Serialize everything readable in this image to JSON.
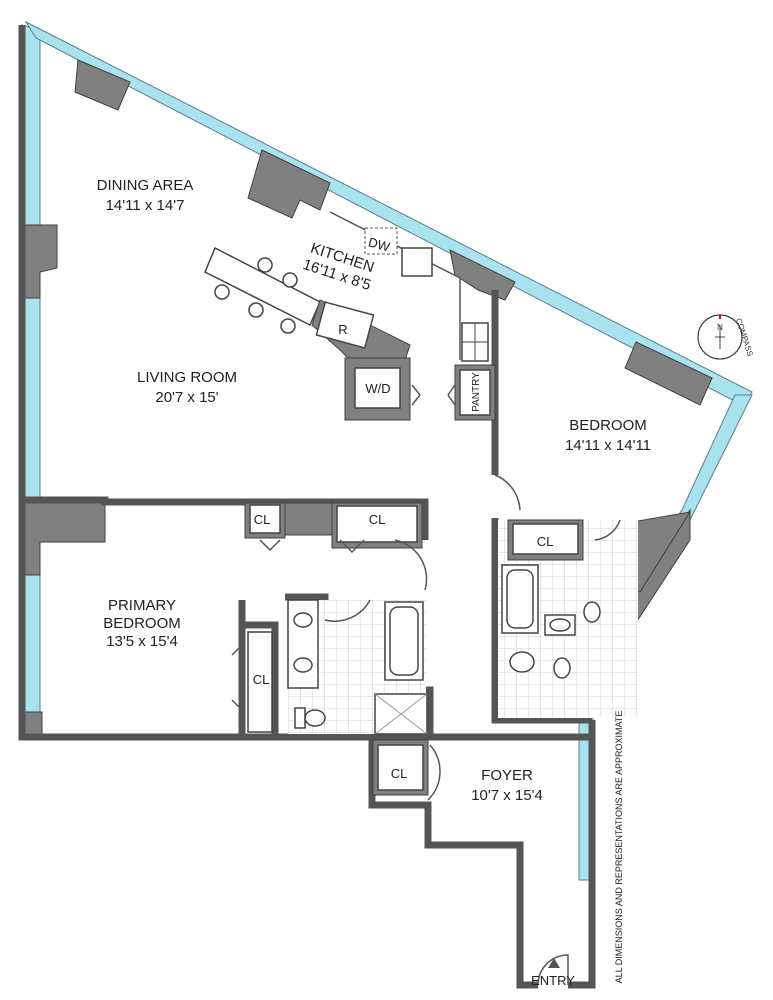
{
  "rooms": {
    "dining": {
      "name": "DINING AREA",
      "size": "14'11 x 14'7"
    },
    "kitchen": {
      "name": "KITCHEN",
      "size": "16'11 x 8'5"
    },
    "living": {
      "name": "LIVING ROOM",
      "size": "20'7 x 15'"
    },
    "bedroom": {
      "name": "BEDROOM",
      "size": "14'11 x 14'11"
    },
    "primary": {
      "name_line1": "PRIMARY",
      "name_line2": "BEDROOM",
      "size": "13'5 x 15'4"
    },
    "foyer": {
      "name": "FOYER",
      "size": "10'7 x 15'4"
    }
  },
  "labels": {
    "dw": "DW",
    "refrigerator": "R",
    "washer_dryer": "W/D",
    "pantry": "PANTRY",
    "closet": "CL",
    "entry": "ENTRY"
  },
  "compass": {
    "north": "N",
    "word": "COMPASS"
  },
  "disclaimer": "ALL DIMENSIONS AND REPRESENTATIONS ARE APPROXIMATE"
}
